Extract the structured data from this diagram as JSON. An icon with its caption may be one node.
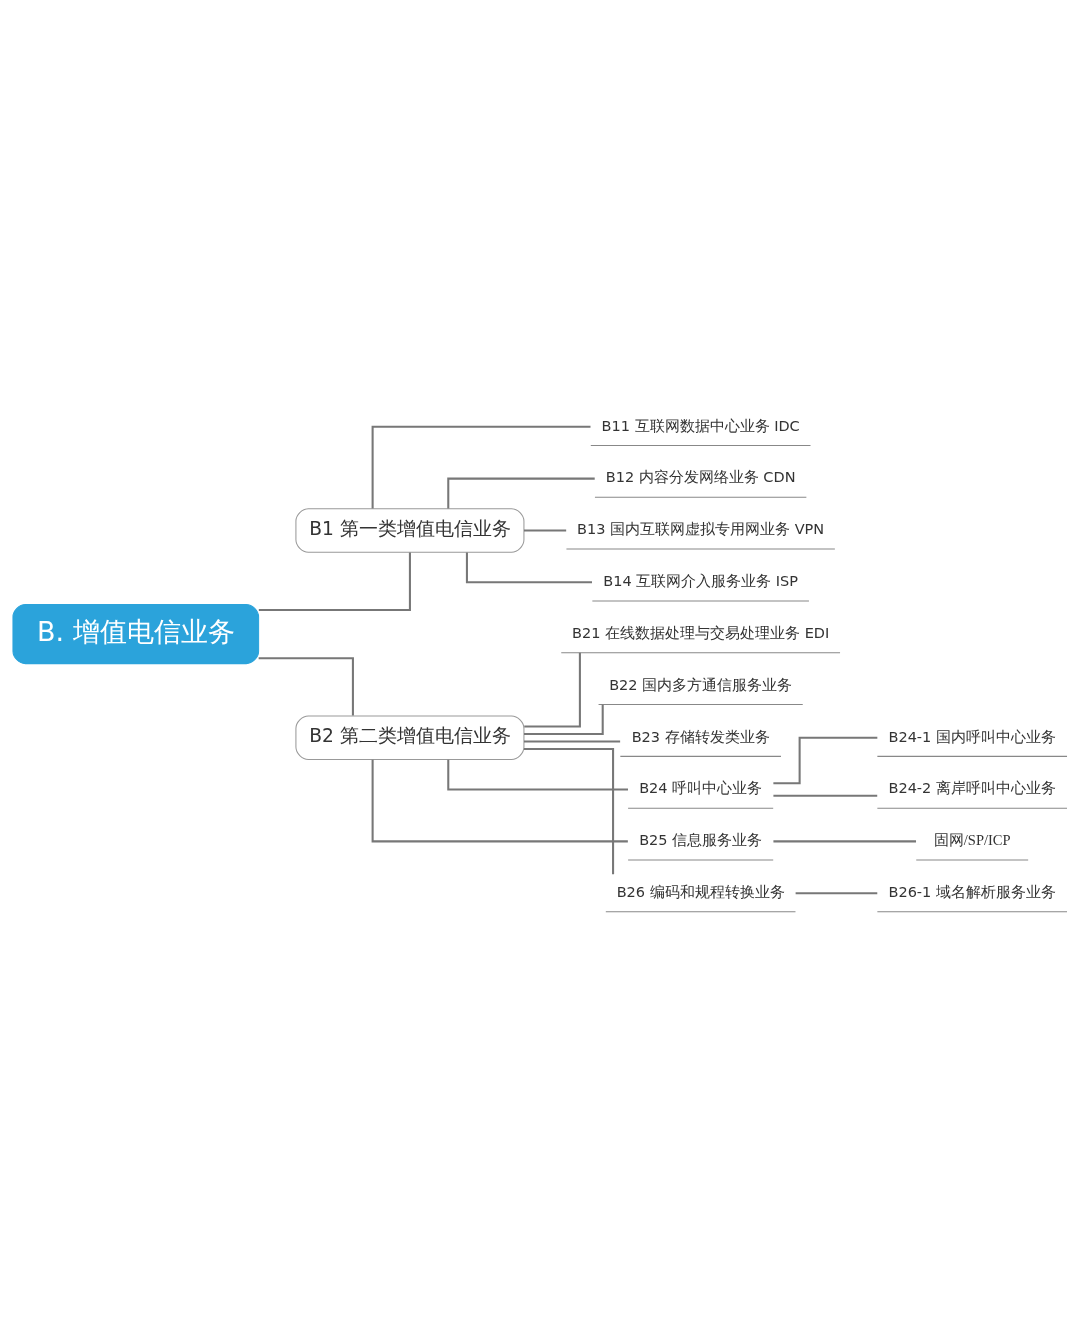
{
  "diagram": {
    "nodes": [
      {
        "text": [
          "B. 增值电信业务"
        ]
      },
      {
        "text": [
          "B1 第一类增值电信业务"
        ]
      },
      {
        "text": [
          "B2 第二类增值电信业务"
        ]
      },
      {
        "text": [
          "B11 互联网数据中心业务 IDC"
        ]
      },
      {
        "text": [
          "B12 内容分发网络业务 CDN"
        ]
      },
      {
        "text": [
          "B13 国内互联网虚拟专用网业务 VPN"
        ]
      },
      {
        "text": [
          "B14 互联网介入服务业务 ISP"
        ]
      },
      {
        "text": [
          "B21 在线数据处理与交易处理业务 EDI"
        ]
      },
      {
        "text": [
          "B22 国内多方通信服务业务"
        ]
      },
      {
        "text": [
          "B23 存储转发类业务"
        ]
      },
      {
        "text": [
          "B24 呼叫中心业务"
        ]
      },
      {
        "text": [
          "B24-1 国内呼叫中心业务"
        ]
      },
      {
        "text": [
          "B24-2 离岸呼叫中心业务"
        ]
      },
      {
        "text": [
          "B25 信息服务业务"
        ]
      },
      {
        "text": [
          "固网/SP/ICP"
        ]
      },
      {
        "text": [
          "B26 编码和规程转换业务"
        ]
      },
      {
        "text": [
          "B26-1 域名解析服务业务"
        ]
      }
    ],
    "edges": [
      {
        "from": 0,
        "to": 1,
        "arrow": "none"
      },
      {
        "from": 0,
        "to": 2,
        "arrow": "none"
      },
      {
        "from": 1,
        "to": 3,
        "arrow": "none"
      },
      {
        "from": 1,
        "to": 4,
        "arrow": "none"
      },
      {
        "from": 1,
        "to": 5,
        "arrow": "none"
      },
      {
        "from": 1,
        "to": 6,
        "arrow": "none"
      },
      {
        "from": 2,
        "to": 7,
        "arrow": "none"
      },
      {
        "from": 2,
        "to": 8,
        "arrow": "none"
      },
      {
        "from": 2,
        "to": 9,
        "arrow": "none"
      },
      {
        "from": 2,
        "to": 10,
        "arrow": "none"
      },
      {
        "from": 10,
        "to": 11,
        "arrow": "none"
      },
      {
        "from": 10,
        "to": 12,
        "arrow": "none"
      },
      {
        "from": 2,
        "to": 13,
        "arrow": "none"
      },
      {
        "from": 13,
        "to": 14,
        "arrow": "none"
      },
      {
        "from": 2,
        "to": 15,
        "arrow": "none"
      },
      {
        "from": 15,
        "to": 16,
        "arrow": "none"
      }
    ]
  }
}
